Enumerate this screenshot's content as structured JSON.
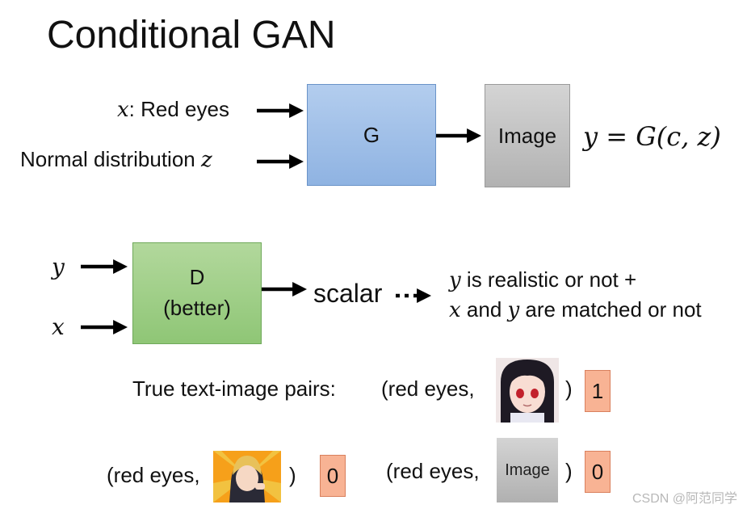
{
  "title": "Conditional GAN",
  "generator": {
    "input_x_var": "x",
    "input_x_text": ": Red eyes",
    "input_z_text": "Normal distribution ",
    "input_z_var": "z",
    "box_label": "G",
    "output_label": "Image",
    "equation": "y = G(c, z)"
  },
  "discriminator": {
    "input_y": "y",
    "input_x": "x",
    "box_line1": "D",
    "box_line2": "(better)",
    "output": "scalar",
    "desc_line1_var": "y",
    "desc_line1_text": " is realistic or not +",
    "desc_line2_var1": "x",
    "desc_line2_text1": " and ",
    "desc_line2_var2": "y",
    "desc_line2_text2": " are matched or not"
  },
  "pairs": {
    "true_label": "True text-image pairs:",
    "true_open": "(red eyes,",
    "true_close": ")",
    "true_score": "1",
    "false1_open": "(red eyes,",
    "false1_close": ")",
    "false1_score": "0",
    "false2_open": "(red eyes,",
    "false2_image_label": "Image",
    "false2_close": ")",
    "false2_score": "0"
  },
  "watermark": "CSDN @阿范同学",
  "colors": {
    "generator_box": "#a3c1e9",
    "image_box": "#c4c4c4",
    "discriminator_box": "#9fd087",
    "score_box": "#f8b394"
  }
}
